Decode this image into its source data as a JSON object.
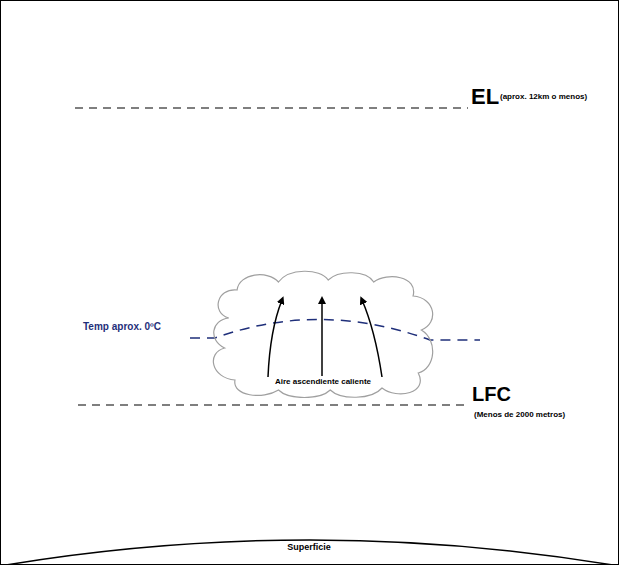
{
  "diagram": {
    "nodes": [
      {
        "text": [
          "Aire ascendiente caliente"
        ]
      }
    ],
    "labels": [
      "EL",
      "(aprox. 12km o menos)",
      "Temp aprox. 0ºC",
      "LFC",
      "(Menos de 2000 metros)",
      "Superficie"
    ]
  }
}
